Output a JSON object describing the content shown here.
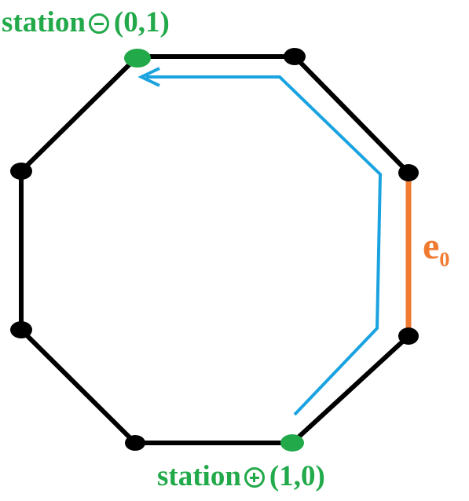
{
  "colors": {
    "outline": "#000000",
    "station": "#22a94a",
    "path": "#1aa3e0",
    "edge": "#f07a30"
  },
  "stations": {
    "top": {
      "word": "station",
      "symbol": "minus-circle",
      "coords": "(0,1)"
    },
    "bottom": {
      "word": "station",
      "symbol": "plus-circle",
      "coords": "(1,0)"
    }
  },
  "edge": {
    "letter": "e",
    "subscript": "0"
  }
}
